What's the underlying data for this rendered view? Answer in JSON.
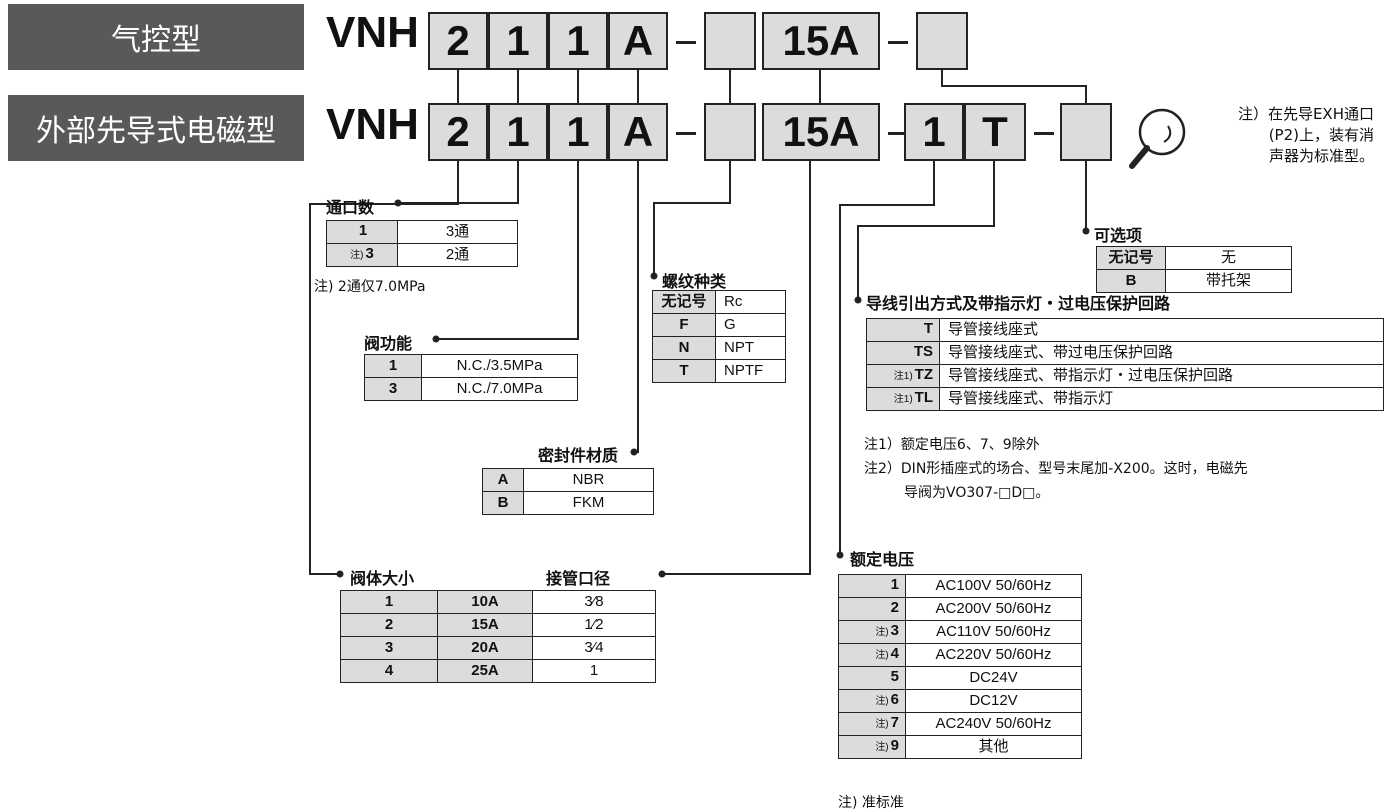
{
  "rows": {
    "air": {
      "label": "气控型",
      "prefix": "VNH",
      "codes": [
        "2",
        "1",
        "1",
        "A",
        "",
        "15A",
        ""
      ]
    },
    "solenoid": {
      "label": "外部先导式电磁型",
      "prefix": "VNH",
      "codes": [
        "2",
        "1",
        "1",
        "A",
        "",
        "15A",
        "1",
        "T",
        ""
      ]
    },
    "dash": "–"
  },
  "footnote": {
    "lines": [
      "注）在先导EXH通口",
      "(P2)上，装有消",
      "声器为标准型。"
    ]
  },
  "ports": {
    "title": "通口数",
    "rows": [
      {
        "note": "",
        "key": "1",
        "val": "3通"
      },
      {
        "note": "注)",
        "key": "3",
        "val": "2通"
      }
    ],
    "note": "注) 2通仅7.0MPa"
  },
  "valve_function": {
    "title": "阀功能",
    "rows": [
      {
        "key": "1",
        "val": "N.C./3.5MPa"
      },
      {
        "key": "3",
        "val": "N.C./7.0MPa"
      }
    ]
  },
  "seal": {
    "title": "密封件材质",
    "rows": [
      {
        "key": "A",
        "val": "NBR"
      },
      {
        "key": "B",
        "val": "FKM"
      }
    ]
  },
  "thread": {
    "title": "螺纹种类",
    "rows": [
      {
        "key": "无记号",
        "val": "Rc"
      },
      {
        "key": "F",
        "val": "G"
      },
      {
        "key": "N",
        "val": "NPT"
      },
      {
        "key": "T",
        "val": "NPTF"
      }
    ]
  },
  "body_size": {
    "title": "阀体大小",
    "port_title": "接管口径",
    "rows": [
      {
        "key": "1",
        "size": "10A",
        "port": "3⁄8"
      },
      {
        "key": "2",
        "size": "15A",
        "port": "1⁄2"
      },
      {
        "key": "3",
        "size": "20A",
        "port": "3⁄4"
      },
      {
        "key": "4",
        "size": "25A",
        "port": "1"
      }
    ]
  },
  "options": {
    "title": "可选项",
    "rows": [
      {
        "key": "无记号",
        "val": "无"
      },
      {
        "key": "B",
        "val": "带托架"
      }
    ]
  },
  "wiring": {
    "title": "导线引出方式及带指示灯・过电压保护回路",
    "rows": [
      {
        "note": "",
        "key": "T",
        "val": "导管接线座式"
      },
      {
        "note": "",
        "key": "TS",
        "val": "导管接线座式、带过电压保护回路"
      },
      {
        "note": "注1)",
        "key": "TZ",
        "val": "导管接线座式、带指示灯・过电压保护回路"
      },
      {
        "note": "注1)",
        "key": "TL",
        "val": "导管接线座式、带指示灯"
      }
    ],
    "notes": [
      "注1）额定电压6、7、9除外",
      "注2）DIN形插座式的场合、型号末尾加-X200。这时，电磁先",
      "导阀为VO307-□D□。"
    ]
  },
  "voltage": {
    "title": "额定电压",
    "rows": [
      {
        "note": "",
        "key": "1",
        "val": "AC100V 50/60Hz"
      },
      {
        "note": "",
        "key": "2",
        "val": "AC200V 50/60Hz"
      },
      {
        "note": "注)",
        "key": "3",
        "val": "AC110V 50/60Hz"
      },
      {
        "note": "注)",
        "key": "4",
        "val": "AC220V 50/60Hz"
      },
      {
        "note": "",
        "key": "5",
        "val": "DC24V"
      },
      {
        "note": "注)",
        "key": "6",
        "val": "DC12V"
      },
      {
        "note": "注)",
        "key": "7",
        "val": "AC240V 50/60Hz"
      },
      {
        "note": "注)",
        "key": "9",
        "val": "其他"
      }
    ],
    "note": "注) 准标准"
  }
}
